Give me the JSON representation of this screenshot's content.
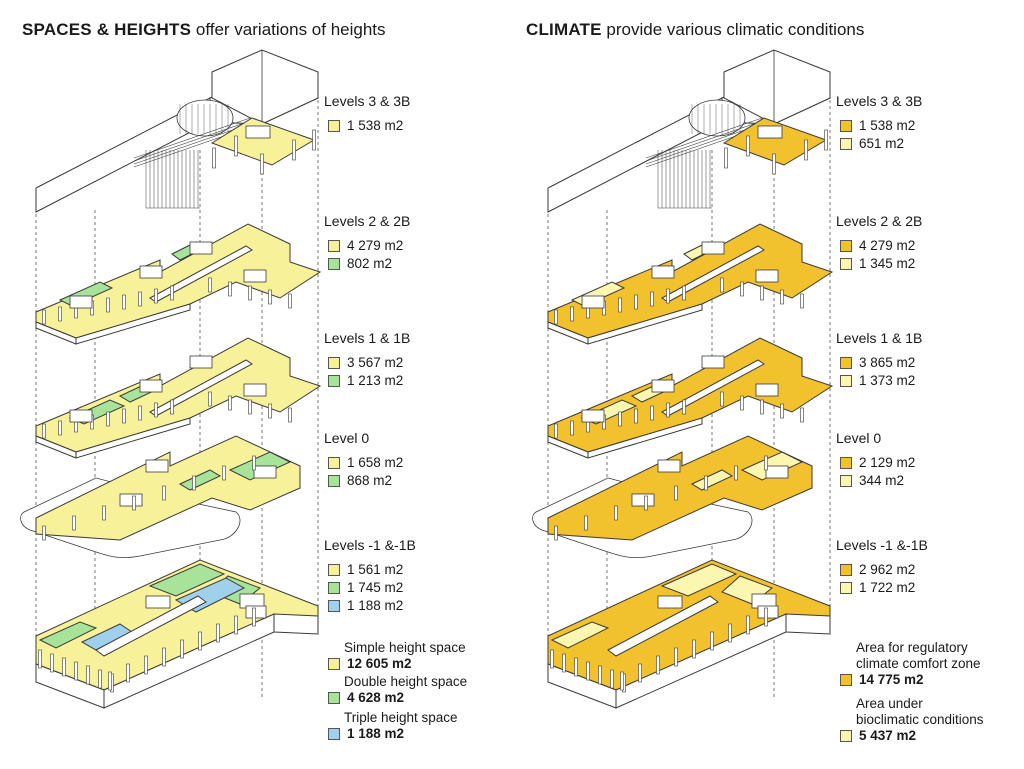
{
  "colors": {
    "pale_yellow": "#f7f19a",
    "green": "#a8e39a",
    "blue": "#9fd1ec",
    "amber": "#f2c12e",
    "light_yellow": "#fbf6b0",
    "line": "#3a3a3a"
  },
  "left": {
    "title_bold": "SPACES & HEIGHTS",
    "title_rest": "offer variations of heights",
    "levels": [
      {
        "name": "Levels  3 & 3B",
        "rows": [
          {
            "color": "pale_yellow",
            "value": "1 538 m2"
          }
        ]
      },
      {
        "name": "Levels 2 & 2B",
        "rows": [
          {
            "color": "pale_yellow",
            "value": "4 279 m2"
          },
          {
            "color": "green",
            "value": "802 m2"
          }
        ]
      },
      {
        "name": "Levels 1 & 1B",
        "rows": [
          {
            "color": "pale_yellow",
            "value": "3 567 m2"
          },
          {
            "color": "green",
            "value": "1 213 m2"
          }
        ]
      },
      {
        "name": "Level 0",
        "rows": [
          {
            "color": "pale_yellow",
            "value": "1 658 m2"
          },
          {
            "color": "green",
            "value": "868 m2"
          }
        ]
      },
      {
        "name": "Levels -1 &-1B",
        "rows": [
          {
            "color": "pale_yellow",
            "value": "1 561 m2"
          },
          {
            "color": "green",
            "value": "1 745 m2"
          },
          {
            "color": "blue",
            "value": "1 188 m2"
          }
        ]
      }
    ],
    "totals": [
      {
        "label": "Simple height space",
        "value": "12 605 m2",
        "color": "pale_yellow"
      },
      {
        "label": "Double height space",
        "value": "4 628 m2",
        "color": "green"
      },
      {
        "label": "Triple height space",
        "value": "1 188 m2",
        "color": "blue"
      }
    ]
  },
  "right": {
    "title_bold": "CLIMATE",
    "title_rest": "provide various climatic conditions",
    "levels": [
      {
        "name": "Levels  3 & 3B",
        "rows": [
          {
            "color": "amber",
            "value": "1 538 m2"
          },
          {
            "color": "light_yellow",
            "value": "651 m2"
          }
        ]
      },
      {
        "name": "Levels 2 & 2B",
        "rows": [
          {
            "color": "amber",
            "value": "4 279 m2"
          },
          {
            "color": "light_yellow",
            "value": "1 345 m2"
          }
        ]
      },
      {
        "name": "Levels 1 & 1B",
        "rows": [
          {
            "color": "amber",
            "value": "3 865 m2"
          },
          {
            "color": "light_yellow",
            "value": "1 373 m2"
          }
        ]
      },
      {
        "name": "Level 0",
        "rows": [
          {
            "color": "amber",
            "value": "2 129 m2"
          },
          {
            "color": "light_yellow",
            "value": "344 m2"
          }
        ]
      },
      {
        "name": "Levels -1 &-1B",
        "rows": [
          {
            "color": "amber",
            "value": "2 962 m2"
          },
          {
            "color": "light_yellow",
            "value": "1 722 m2"
          }
        ]
      }
    ],
    "totals": [
      {
        "label_lines": [
          "Area for regulatory",
          "climate comfort zone"
        ],
        "value": "14 775 m2",
        "color": "amber"
      },
      {
        "label_lines": [
          "Area under",
          "bioclimatic conditions"
        ],
        "value": "5 437 m2",
        "color": "light_yellow"
      }
    ]
  }
}
